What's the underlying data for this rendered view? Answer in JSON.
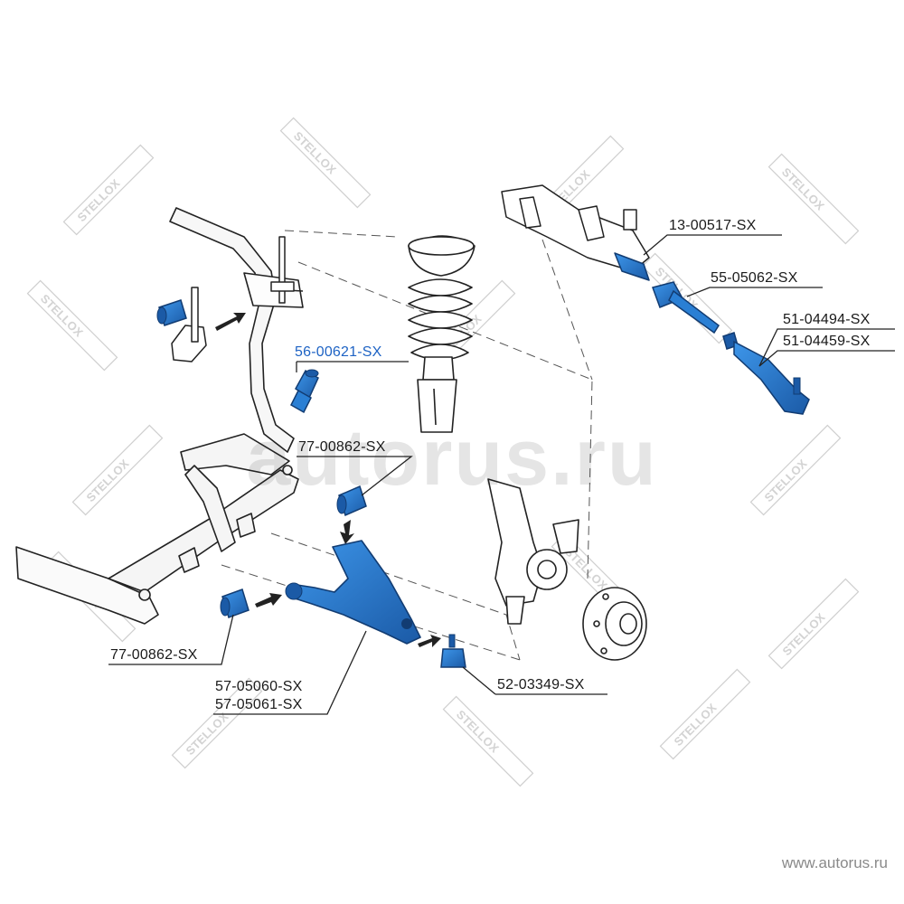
{
  "diagram": {
    "labels": {
      "rack": "13-00517-SX",
      "tie_rod": "55-05062-SX",
      "tie_rod_end_1": "51-04494-SX",
      "tie_rod_end_2": "51-04459-SX",
      "stabilizer_link": "56-00621-SX",
      "bushing_upper": "77-00862-SX",
      "bushing_lower": "77-00862-SX",
      "control_arm_1": "57-05060-SX",
      "control_arm_2": "57-05061-SX",
      "ball_joint": "52-03349-SX"
    },
    "watermark_text": "autorus.ru",
    "brand_text": "STELLOX",
    "site_url": "www.autorus.ru",
    "colors": {
      "part_blue": "#2a7fd4",
      "part_blue_dark": "#1b5aa6",
      "line": "#2b2b2b",
      "highlight_label": "#1e63c4"
    }
  }
}
